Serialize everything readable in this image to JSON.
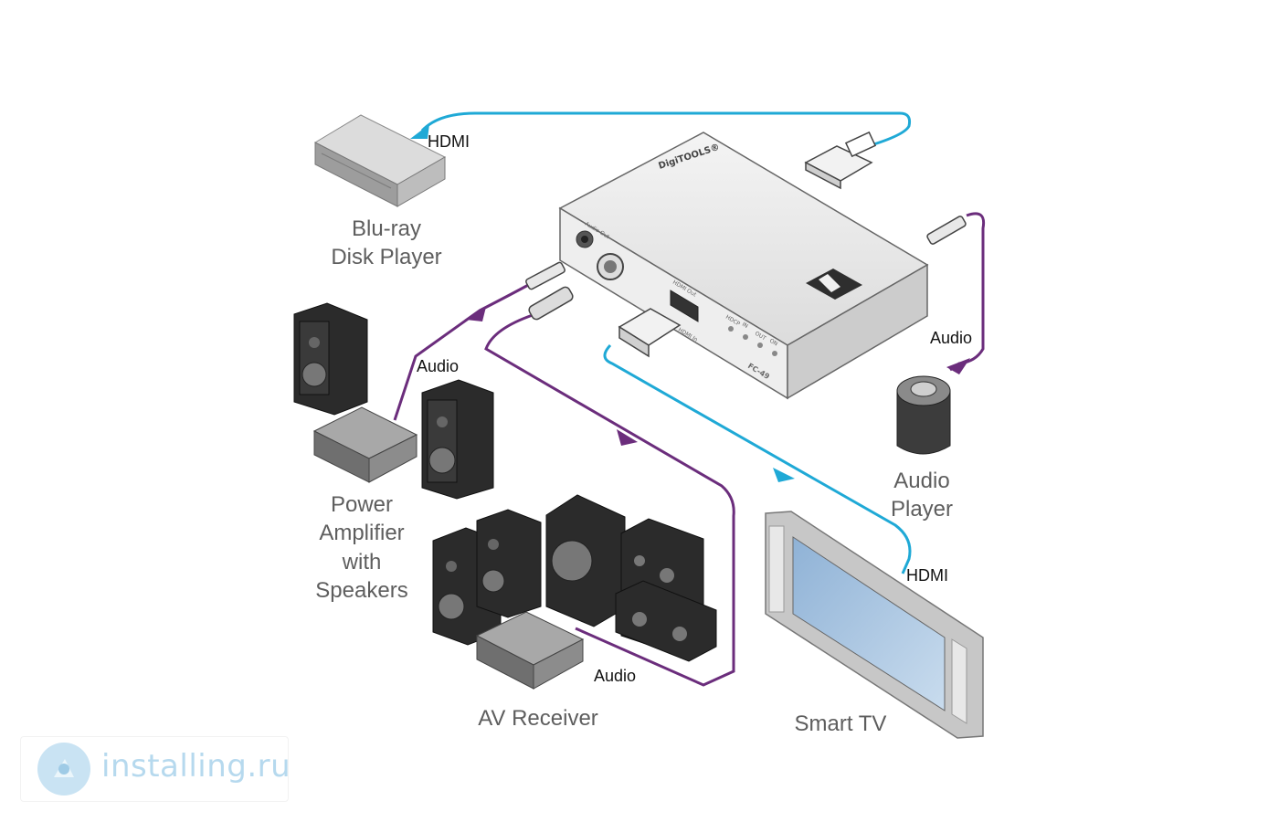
{
  "labels": {
    "hdmi_in": "HDMI",
    "hdmi_out": "HDMI",
    "audio_amp": "Audio",
    "audio_player_conn": "Audio",
    "audio_receiver": "Audio"
  },
  "devices": {
    "bluray": [
      "Blu-ray",
      "Disk Player"
    ],
    "amplifier": [
      "Power",
      "Amplifier",
      "with",
      "Speakers"
    ],
    "av_receiver": [
      "AV Receiver"
    ],
    "audio_player": [
      "Audio",
      "Player"
    ],
    "smart_tv": [
      "Smart TV"
    ]
  },
  "extractor": {
    "brand": "DigiTOOLS®",
    "model": "FC-49",
    "ports": [
      "Audio Out",
      "HDMI Out",
      "HDMI In"
    ],
    "leds": [
      "HDCP",
      "IN",
      "OUT",
      "ON"
    ]
  },
  "watermark": {
    "text": "installing.ru"
  },
  "colors": {
    "hdmi_cable": "#1fa9d6",
    "audio_cable": "#6b2d7c",
    "device_body": "#e6e6e6",
    "device_label": "#5e5e5e"
  }
}
